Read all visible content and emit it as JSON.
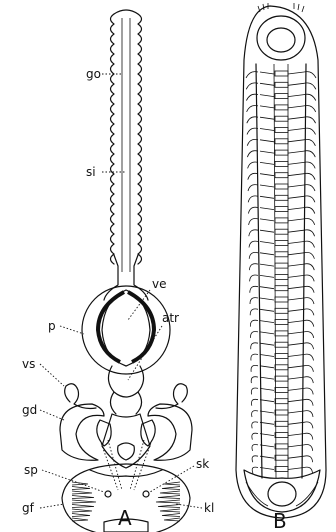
{
  "figure": {
    "panels": [
      {
        "id": "A",
        "label": "A"
      },
      {
        "id": "B",
        "label": "B"
      }
    ],
    "labels": [
      {
        "key": "go",
        "text": "go"
      },
      {
        "key": "si",
        "text": "si"
      },
      {
        "key": "ve",
        "text": "ve"
      },
      {
        "key": "p",
        "text": "p"
      },
      {
        "key": "atr",
        "text": "atr"
      },
      {
        "key": "vs",
        "text": "vs"
      },
      {
        "key": "gd",
        "text": "gd"
      },
      {
        "key": "sp",
        "text": "sp"
      },
      {
        "key": "sk",
        "text": "sk"
      },
      {
        "key": "gf",
        "text": "gf"
      },
      {
        "key": "kl",
        "text": "kl"
      }
    ]
  }
}
